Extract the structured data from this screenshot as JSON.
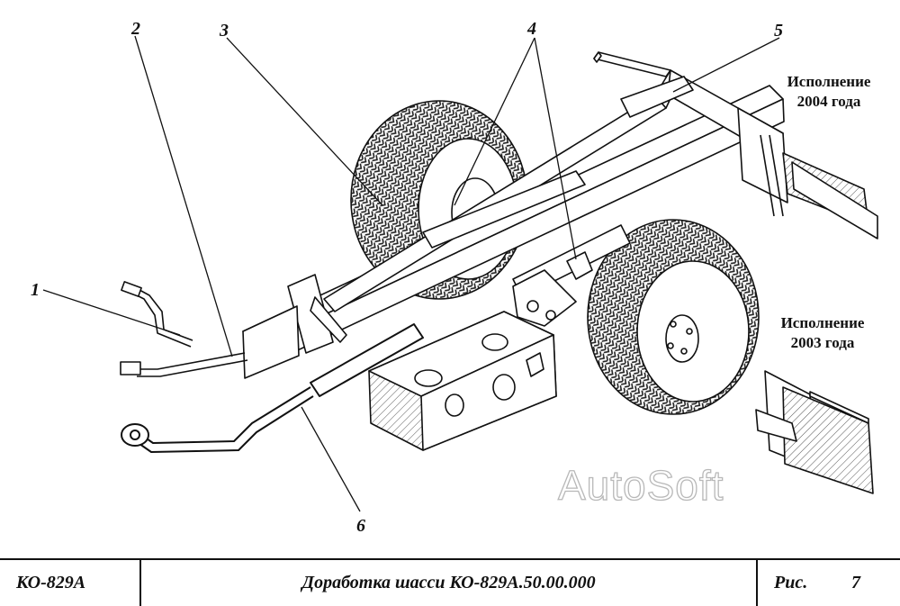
{
  "callouts": [
    {
      "id": "1",
      "label": "1"
    },
    {
      "id": "2",
      "label": "2"
    },
    {
      "id": "3",
      "label": "3"
    },
    {
      "id": "4",
      "label": "4"
    },
    {
      "id": "5",
      "label": "5"
    },
    {
      "id": "6",
      "label": "6"
    }
  ],
  "variants": {
    "v2004": {
      "line1": "Исполнение",
      "line2": "2004 года"
    },
    "v2003": {
      "line1": "Исполнение",
      "line2": "2003 года"
    }
  },
  "watermark": "AutoSoft",
  "title_block": {
    "model": "КО-829А",
    "title": "Доработка шасси КО-829А.50.00.000",
    "fig_label": "Рис.",
    "fig_number": "7"
  }
}
